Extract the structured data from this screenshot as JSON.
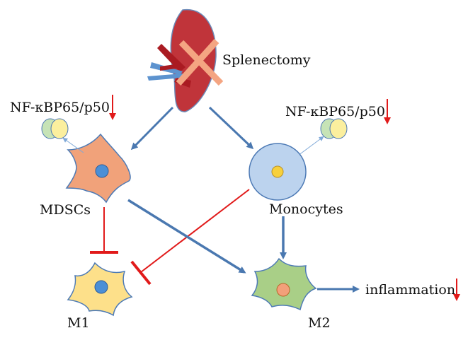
{
  "labels": {
    "splenectomy": "Splenectomy",
    "nfkb_left": "NF-κBP65/p50",
    "nfkb_right": "NF-κBP65/p50",
    "mdscs": "MDSCs",
    "monocytes": "Monocytes",
    "m1": "M1",
    "m2": "M2",
    "inflammation": "inflammation"
  },
  "colors": {
    "spleen": "#c0343a",
    "cross": "#f4a582",
    "arrow_blue": "#4a78b0",
    "inhibit_red": "#e11a1a",
    "mdsc_fill": "#f1a27a",
    "monocyte_fill": "#bcd3ee",
    "m1_fill": "#fde08a",
    "m2_fill": "#a9cf87",
    "nucleus_blue": "#4b8fd6",
    "nucleus_yellow": "#f7d03c",
    "nucleus_orange": "#f2a07a",
    "nfkb_green": "#c6e3b6",
    "nfkb_yellow": "#fbef9e"
  },
  "indicators": {
    "nfkb_left": "down-arrow",
    "nfkb_right": "down-arrow",
    "inflammation": "down-arrow"
  }
}
